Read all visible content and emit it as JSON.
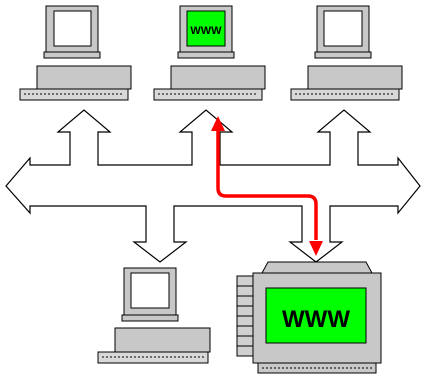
{
  "diagram": {
    "nodes": [
      {
        "id": "computer-top-left",
        "kind": "computer"
      },
      {
        "id": "computer-top-middle",
        "kind": "computer",
        "screen_label": "WWW"
      },
      {
        "id": "computer-top-right",
        "kind": "computer"
      },
      {
        "id": "computer-bottom-left",
        "kind": "computer"
      },
      {
        "id": "server-bottom-right",
        "kind": "server",
        "screen_label": "WWW"
      }
    ],
    "bus": {
      "kind": "bidirectional-network-bus"
    },
    "highlighted_link": {
      "from": "server-bottom-right",
      "to": "computer-top-middle",
      "color": "#ff0000"
    }
  },
  "colors": {
    "screen_bg": "#ffffff",
    "web_screen_bg": "#00ff00",
    "body_gray": "#c8c8c8",
    "outline": "#000000",
    "highlight": "#ff0000"
  }
}
